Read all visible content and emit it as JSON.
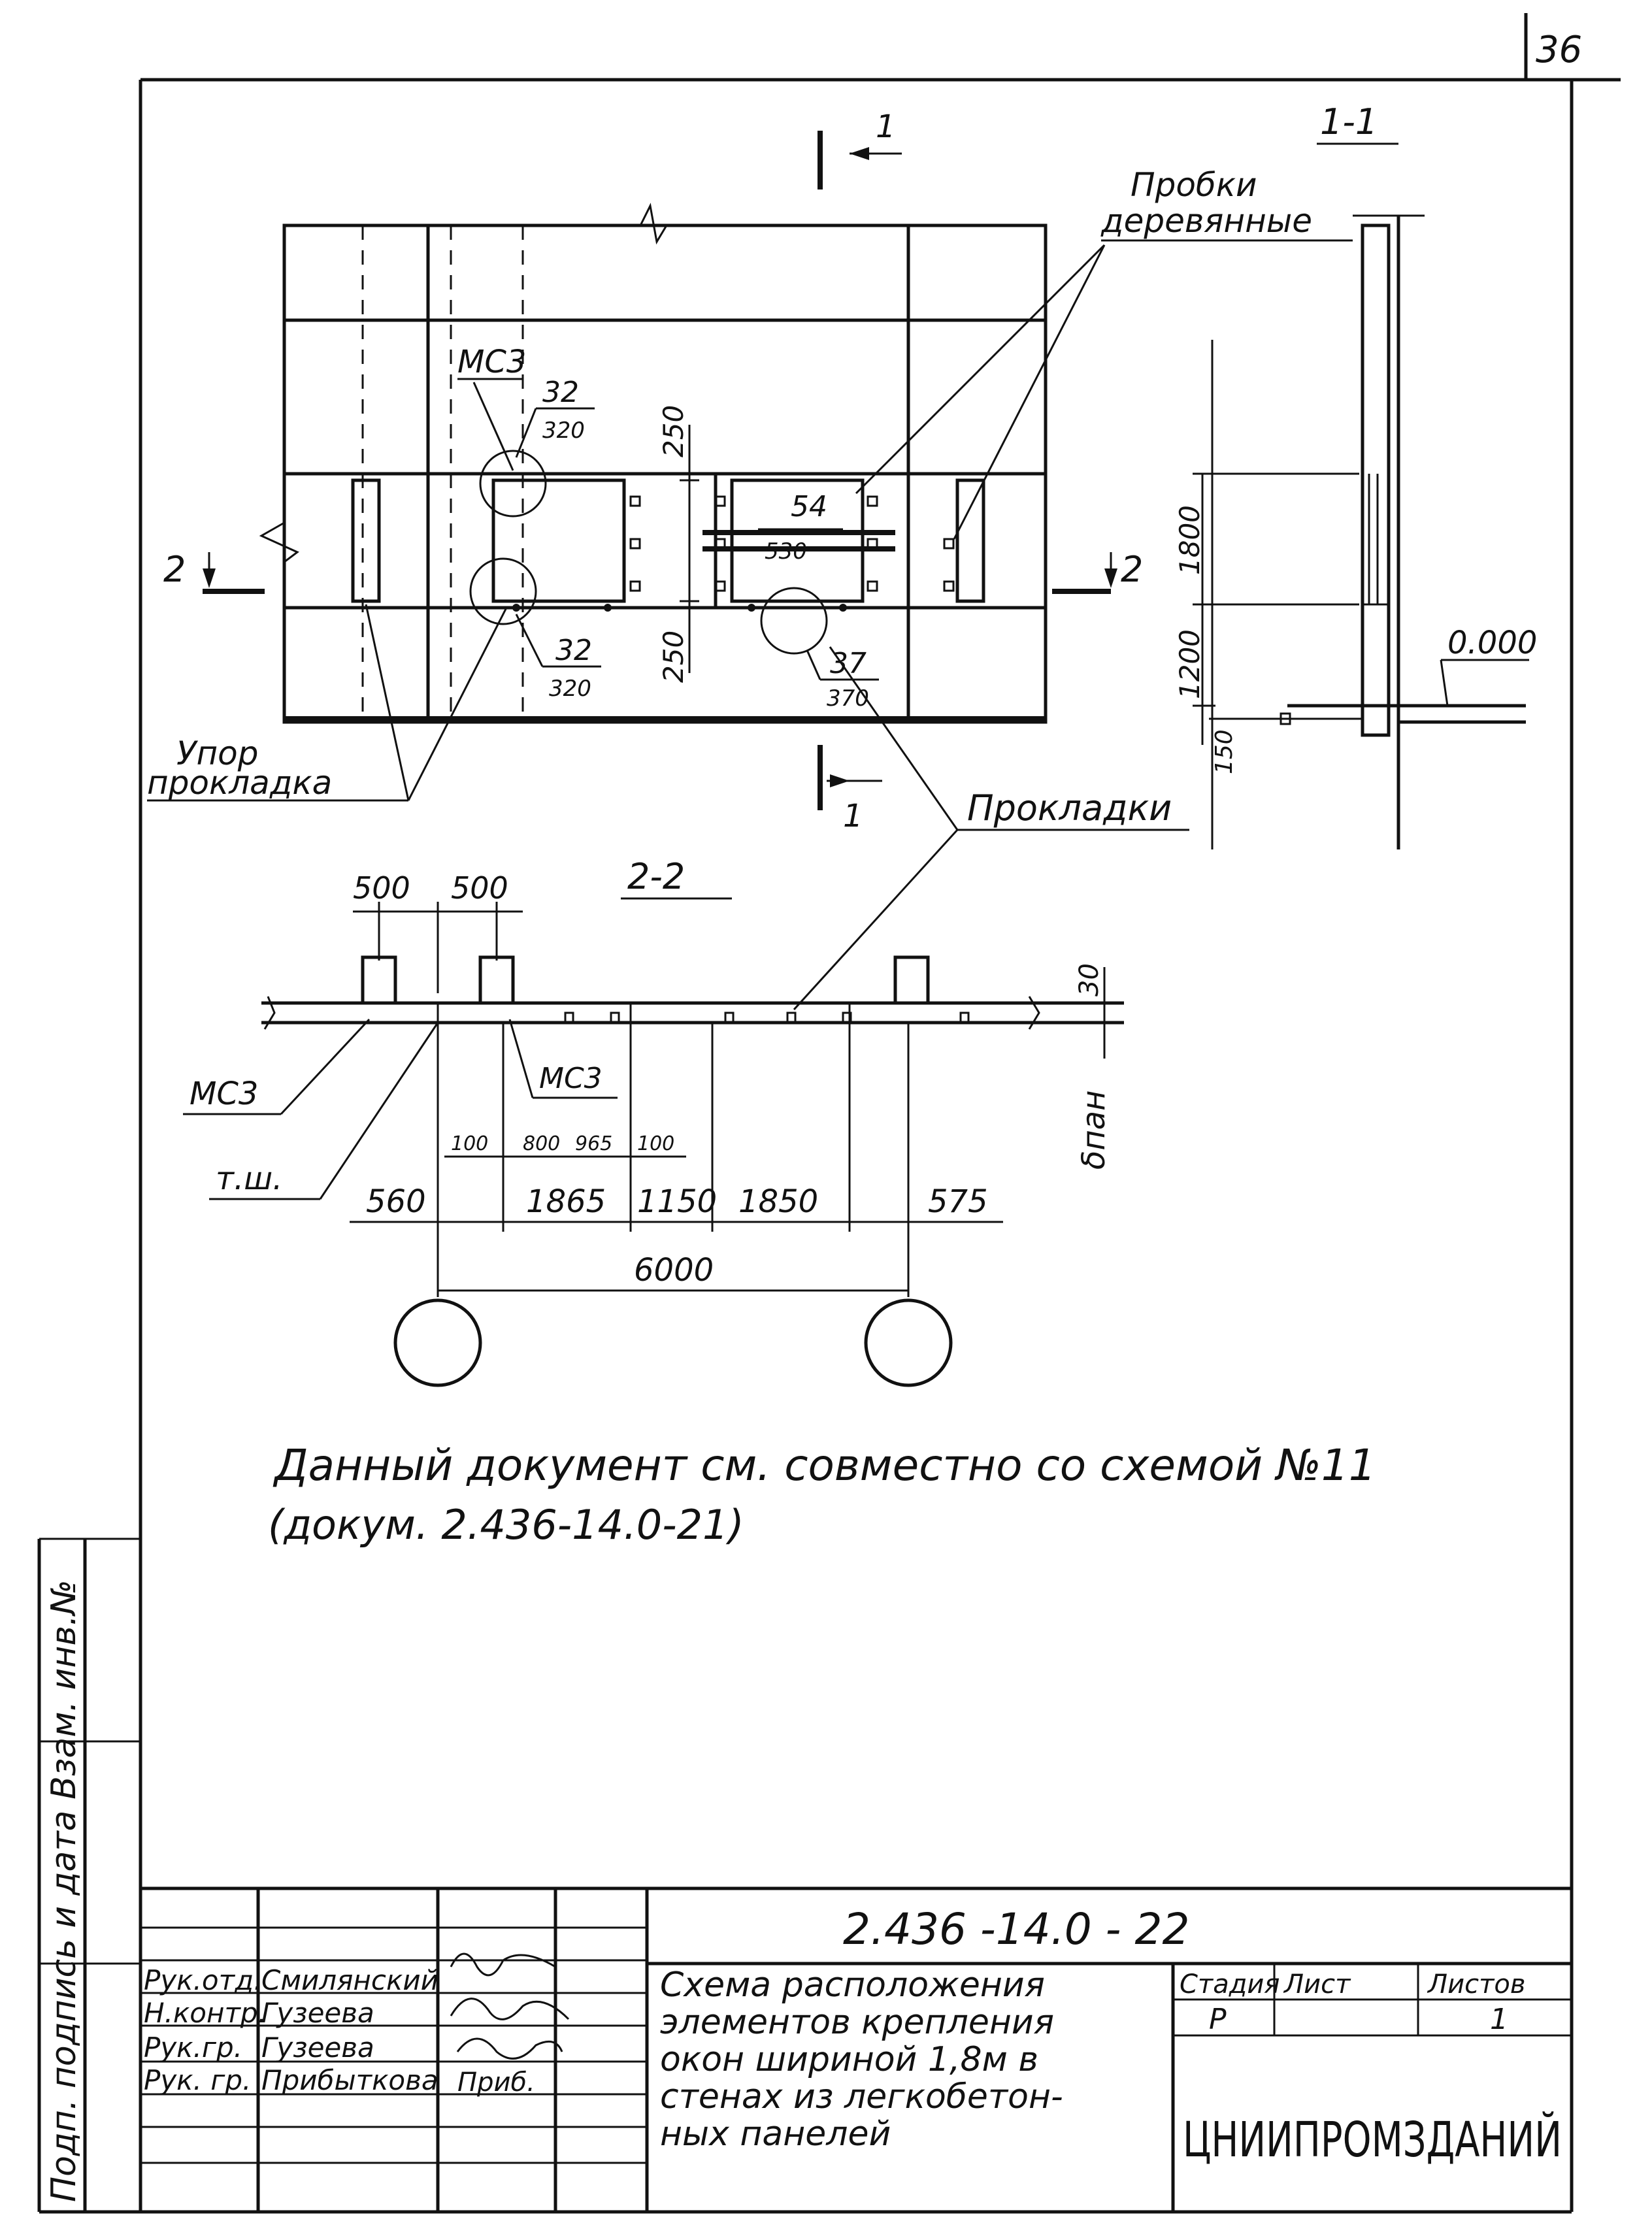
{
  "sheet_number": "36",
  "section_1_1": {
    "title": "1-1",
    "cut_mark": "1",
    "note_plugs": [
      "Пробки",
      "деревянные"
    ],
    "level": "0.000",
    "dims": [
      "1800",
      "1200",
      "150"
    ]
  },
  "plan": {
    "sections": [
      "2",
      "2"
    ],
    "mc3": "МС3",
    "callouts": [
      {
        "top": "32",
        "bottom": "320"
      },
      {
        "top": "32",
        "bottom": "320"
      },
      {
        "top": "54",
        "bottom": "530"
      },
      {
        "top": "37",
        "bottom": "370"
      }
    ],
    "dims": [
      "250",
      "250"
    ],
    "stop_label": [
      "Упор",
      "прокладка"
    ],
    "pads_label": "Прокладки"
  },
  "section_2_2": {
    "title": "2-2",
    "top_dims": [
      "500",
      "500"
    ],
    "right_dim": "30",
    "panel_label": "δпан",
    "labels": [
      "МС3",
      "МС3",
      "т.ш."
    ],
    "small_dims": [
      "100",
      "800",
      "965",
      "100"
    ],
    "chain_dims": [
      "560",
      "1865",
      "1150",
      "1850",
      "575"
    ],
    "total_dim": "6000"
  },
  "note": {
    "line1": "Данный документ см. совместно со схемой №11",
    "line2": "(докум. 2.436-14.0-21)"
  },
  "side_strip": "Подп. подпись и дата  Взам. инв.№",
  "title_block": {
    "doc_code": "2.436 -14.0 - 22",
    "roles": [
      "Рук.отд.",
      "Н.контр.",
      "Рук.гр.",
      "Рук. гр."
    ],
    "names": [
      "Смилянский",
      "Гузеева",
      "Гузеева",
      "Прибыткова"
    ],
    "signatures": [
      "подпись",
      "подпись",
      "подпись",
      "Приб."
    ],
    "title_lines": [
      "Схема расположения",
      "элементов крепления",
      "окон шириной 1,8м в",
      "стенах из легкобетон-",
      "ных панелей"
    ],
    "stage_header": "Стадия",
    "sheet_header": "Лист",
    "sheets_header": "Листов",
    "stage": "Р",
    "sheet": "",
    "sheets": "1",
    "organization": "ЦНИИПРОМЗДАНИЙ"
  }
}
